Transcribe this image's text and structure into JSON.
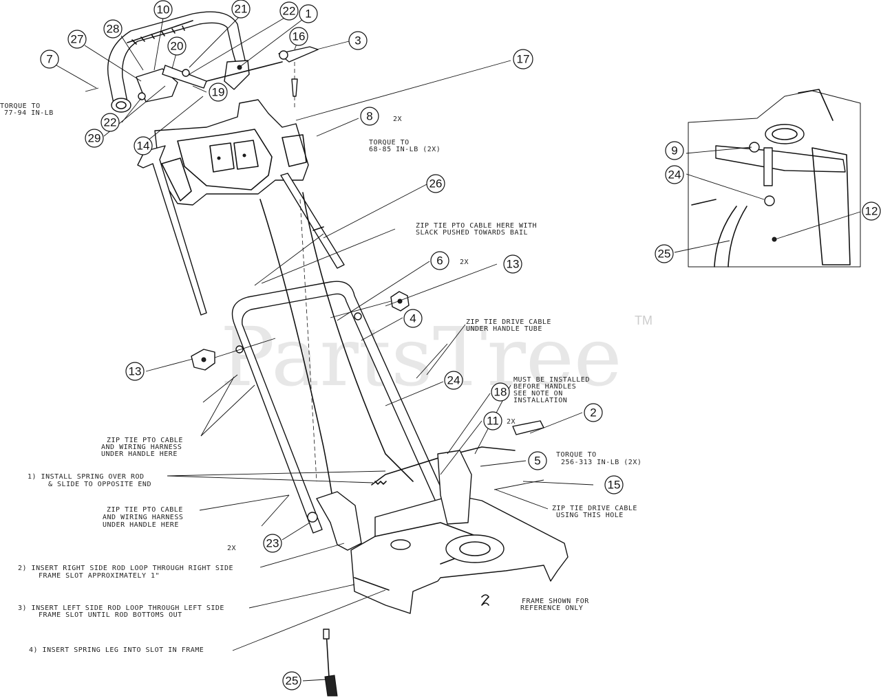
{
  "watermark": {
    "text": "PartsTree",
    "tm": "TM"
  },
  "callouts": [
    {
      "id": "c10",
      "num": "10"
    },
    {
      "id": "c21",
      "num": "21"
    },
    {
      "id": "c22a",
      "num": "22"
    },
    {
      "id": "c1",
      "num": "1"
    },
    {
      "id": "c28",
      "num": "28"
    },
    {
      "id": "c27",
      "num": "27"
    },
    {
      "id": "c20",
      "num": "20"
    },
    {
      "id": "c16",
      "num": "16"
    },
    {
      "id": "c3",
      "num": "3"
    },
    {
      "id": "c7",
      "num": "7"
    },
    {
      "id": "c17",
      "num": "17"
    },
    {
      "id": "c19",
      "num": "19"
    },
    {
      "id": "c22b",
      "num": "22"
    },
    {
      "id": "c29",
      "num": "29"
    },
    {
      "id": "c14",
      "num": "14"
    },
    {
      "id": "c8",
      "num": "8"
    },
    {
      "id": "c26",
      "num": "26"
    },
    {
      "id": "c6",
      "num": "6"
    },
    {
      "id": "c13a",
      "num": "13"
    },
    {
      "id": "c4",
      "num": "4"
    },
    {
      "id": "c13b",
      "num": "13"
    },
    {
      "id": "c24a",
      "num": "24"
    },
    {
      "id": "c18",
      "num": "18"
    },
    {
      "id": "c2",
      "num": "2"
    },
    {
      "id": "c11",
      "num": "11"
    },
    {
      "id": "c5",
      "num": "5"
    },
    {
      "id": "c15",
      "num": "15"
    },
    {
      "id": "c23",
      "num": "23"
    },
    {
      "id": "c25a",
      "num": "25"
    },
    {
      "id": "c9",
      "num": "9"
    },
    {
      "id": "c24b",
      "num": "24"
    },
    {
      "id": "c12",
      "num": "12"
    },
    {
      "id": "c25b",
      "num": "25"
    }
  ],
  "notes": {
    "torque_77": [
      "TORQUE TO",
      "77-94 IN-LB"
    ],
    "qty_8": "2X",
    "torque_68": [
      "TORQUE TO",
      "68-85 IN-LB (2X)"
    ],
    "zip_pto_bail": [
      "ZIP TIE PTO CABLE HERE WITH",
      "SLACK PUSHED TOWARDS BAIL"
    ],
    "qty_6": "2X",
    "zip_drive_under": [
      "ZIP TIE DRIVE CABLE",
      "UNDER HANDLE TUBE"
    ],
    "must_install": [
      "MUST BE INSTALLED",
      "BEFORE HANDLES",
      "SEE NOTE ON",
      "INSTALLATION"
    ],
    "qty_11": "2X",
    "zip_pto_left": [
      "ZIP TIE PTO CABLE",
      "AND WIRING HARNESS",
      "UNDER HANDLE HERE"
    ],
    "torque_256": [
      "TORQUE TO",
      "256-313 IN-LB (2X)"
    ],
    "step1": [
      "1) INSTALL SPRING OVER ROD",
      "& SLIDE TO OPPOSITE END"
    ],
    "zip_drive_hole": [
      "ZIP TIE DRIVE CABLE",
      "USING THIS HOLE"
    ],
    "zip_pto_lower": [
      "ZIP TIE PTO CABLE",
      "AND WIRING HARNESS",
      "UNDER HANDLE HERE"
    ],
    "qty_23": "2X",
    "step2": [
      "2) INSERT RIGHT SIDE ROD LOOP THROUGH RIGHT SIDE",
      "FRAME SLOT APPROXIMATELY 1\""
    ],
    "step3": [
      "3) INSERT LEFT SIDE ROD LOOP THROUGH LEFT SIDE",
      "FRAME SLOT UNTIL ROD BOTTOMS OUT"
    ],
    "frame_ref": [
      "FRAME SHOWN FOR",
      "REFERENCE ONLY"
    ],
    "step4": "4) INSERT SPRING LEG INTO SLOT IN FRAME"
  }
}
